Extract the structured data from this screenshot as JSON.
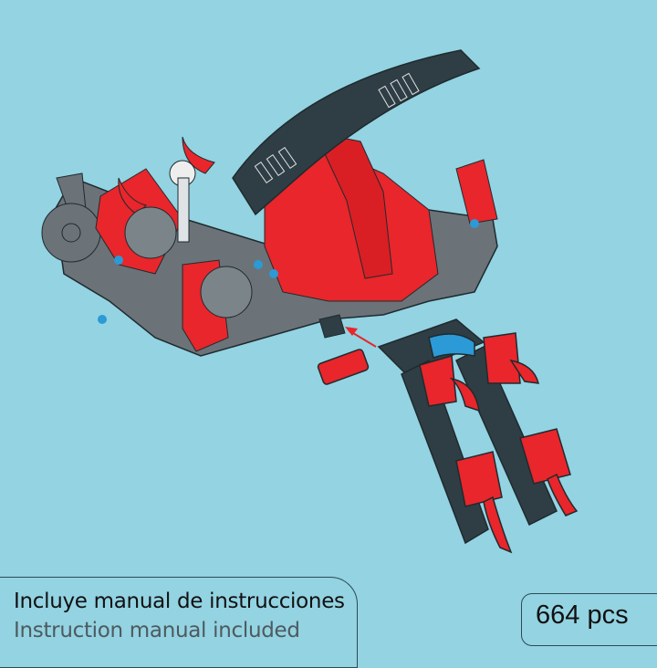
{
  "illustration": {
    "subject": "red and dark-gray technic building model with claw arm assembly step",
    "colors": {
      "background": "#93d3e2",
      "red": "#e8262b",
      "dark": "#2f3e44",
      "gray": "#6b7378",
      "blue": "#2b9ad6"
    }
  },
  "caption": {
    "spanish": "Incluye manual de instrucciones",
    "english": "Instruction manual included"
  },
  "piece_count": {
    "label": "664 pcs"
  }
}
